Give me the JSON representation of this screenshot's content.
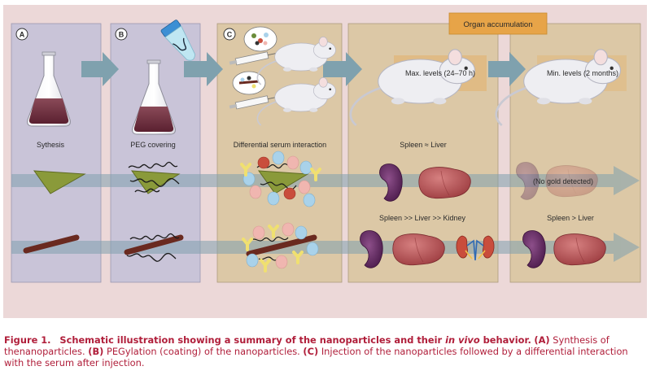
{
  "panels": [
    {
      "badge": "A",
      "label": "Sythesis"
    },
    {
      "badge": "B",
      "label": "PEG covering"
    },
    {
      "badge": "C",
      "label": "Differential serum interaction"
    },
    {
      "label": "Spleen ≈ Liver"
    }
  ],
  "organ_accumulation": "Organ accumulation",
  "max_levels": "Max. levels (24–70 h)",
  "min_levels": "Min. levels (2 months)",
  "no_gold": "(No gold detected)",
  "rod_stage1": "Spleen >> Liver >> Kidney",
  "rod_stage2": "Spleen > Liver",
  "caption": {
    "figure_label": "Figure 1.",
    "title_pre": "Schematic illustration showing a summary of the nanoparticles and their ",
    "title_italic": "in vivo",
    "title_post": " behavior.",
    "a_label": "(A)",
    "a_text": " Synthesis of thenanoparticles.",
    "b_label": "(B)",
    "b_text": " PEGylation (coating) of the nanoparticles. ",
    "c_label": "(C)",
    "c_text": " Injection of the nanoparticles followed by a differential interaction with the serum after injection."
  },
  "colors": {
    "background": "#ecd8d8",
    "panel_blue": "#c9c4d8",
    "panel_tan": "#dcc8a6",
    "arrow": "#7fa1ae",
    "callout": "#e7a448",
    "caption": "#b01e3a"
  },
  "icons": [
    "flask-icon",
    "vial-icon",
    "mouse-icon",
    "syringe-icon",
    "triangle-nanoparticle-icon",
    "rod-nanoparticle-icon",
    "protein-icon",
    "spleen-icon",
    "liver-icon",
    "kidney-icon"
  ]
}
